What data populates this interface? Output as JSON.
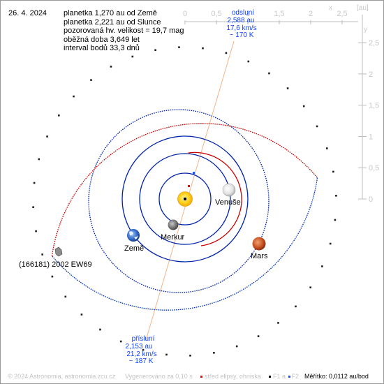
{
  "date": "26. 4. 2024",
  "info_lines": [
    "planetka 1,270 au od Země",
    "planetka 2,221 au od Slunce",
    "pozorovaná hv. velikost = 19,7 mag",
    "oběžná doba 3,649 let",
    "interval bodů 33,3 dnů"
  ],
  "axes": {
    "x_ticks": [
      "0",
      "0,5",
      "1",
      "1,5",
      "2",
      "2,5"
    ],
    "y_ticks": [
      "2,5",
      "2",
      "1,5",
      "1",
      "0,5",
      "0"
    ],
    "x_label": "x",
    "y_label": "y",
    "unit": "[au]"
  },
  "aphelion": {
    "title": "odsluní",
    "distance": "2,588 au",
    "speed": "17,6 km/s",
    "temp": "~ 170 K"
  },
  "perihelion": {
    "title": "přísluní",
    "distance": "2,153 au",
    "speed": "21,2 km/s",
    "temp": "~ 187 K"
  },
  "labels": {
    "asteroid": "(166181) 2002 EW69",
    "earth": "Země",
    "mercury": "Merkur",
    "venus": "Venuše",
    "mars": "Mars"
  },
  "footer": {
    "copyright": "© 2024 Astronomia, astronomia.zcu.cz",
    "generated": "Vygenerováno za 0,10 s",
    "center_legend": "střed elipsy, ohniska",
    "f1": "F1",
    "f1_sep": "a",
    "f2": "F2",
    "scale": "Měřítko: 0,0112 au/bod"
  },
  "colors": {
    "asteroid_orbit_red": "#cc0000",
    "asteroid_orbit_blue": "#0033bb",
    "planet_orbit": "#0022aa",
    "apsis_line": "#f2b48a",
    "axis": "#bdbdbd",
    "apsis_text": "#1040ff",
    "center_dot": "#ff0000"
  },
  "icons": {
    "sun": "sun-icon",
    "earth": "earth-icon",
    "mercury": "mercury-icon",
    "venus": "venus-icon",
    "mars": "mars-icon",
    "asteroid": "asteroid-icon"
  }
}
